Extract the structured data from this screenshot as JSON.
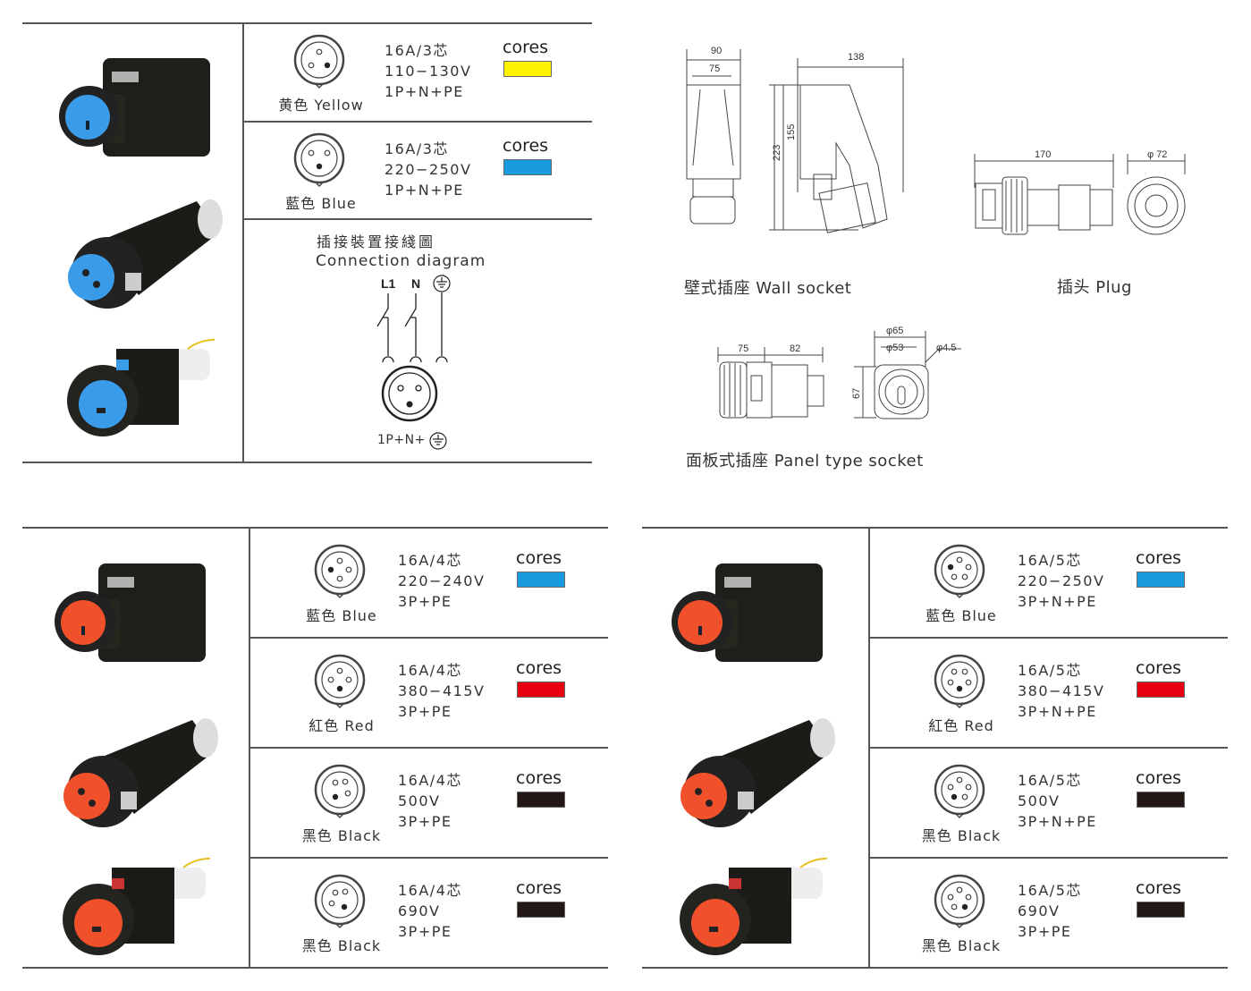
{
  "top_table": {
    "rows": [
      {
        "color_label": "黄色  Yellow",
        "rating": "16A/3芯",
        "voltage": "110−130V",
        "poles": "1P+N+PE",
        "cores_label": "cores",
        "swatch": "#FFF200",
        "pins": "3a"
      },
      {
        "color_label": "藍色  Blue",
        "rating": "16A/3芯",
        "voltage": "220−250V",
        "poles": "1P+N+PE",
        "cores_label": "cores",
        "swatch": "#1A9BE0",
        "pins": "3b"
      }
    ],
    "diagram": {
      "title_cn": "插接裝置接綫圖",
      "title_en": "Connection diagram",
      "terminals": [
        "L1",
        "N"
      ],
      "caption": "1P+N+"
    }
  },
  "drawings": {
    "wall_socket": {
      "caption": "壁式插座 Wall socket",
      "dims": [
        "90",
        "75",
        "138",
        "223",
        "155"
      ]
    },
    "plug": {
      "caption": "插头  Plug",
      "dims": [
        "170",
        "φ 72"
      ]
    },
    "panel_socket": {
      "caption": "面板式插座  Panel type socket",
      "dims": [
        "75",
        "82",
        "φ65",
        "φ53",
        "φ4.5",
        "67"
      ]
    }
  },
  "bottom_left_table": {
    "rows": [
      {
        "color_label": "藍色  Blue",
        "rating": "16A/4芯",
        "voltage": "220−240V",
        "poles": "3P+PE",
        "cores_label": "cores",
        "swatch": "#1A9BE0",
        "pins": "4a"
      },
      {
        "color_label": "紅色  Red",
        "rating": "16A/4芯",
        "voltage": "380−415V",
        "poles": "3P+PE",
        "cores_label": "cores",
        "swatch": "#E60012",
        "pins": "4b"
      },
      {
        "color_label": "黑色  Black",
        "rating": "16A/4芯",
        "voltage": "500V",
        "poles": "3P+PE",
        "cores_label": "cores",
        "swatch": "#231815",
        "pins": "4c"
      },
      {
        "color_label": "黑色  Black",
        "rating": "16A/4芯",
        "voltage": "690V",
        "poles": "3P+PE",
        "cores_label": "cores",
        "swatch": "#231815",
        "pins": "4d"
      }
    ]
  },
  "bottom_right_table": {
    "rows": [
      {
        "color_label": "藍色  Blue",
        "rating": "16A/5芯",
        "voltage": "220−250V",
        "poles": "3P+N+PE",
        "cores_label": "cores",
        "swatch": "#1A9BE0",
        "pins": "5a"
      },
      {
        "color_label": "紅色  Red",
        "rating": "16A/5芯",
        "voltage": "380−415V",
        "poles": "3P+N+PE",
        "cores_label": "cores",
        "swatch": "#E60012",
        "pins": "5b"
      },
      {
        "color_label": "黑色  Black",
        "rating": "16A/5芯",
        "voltage": "500V",
        "poles": "3P+N+PE",
        "cores_label": "cores",
        "swatch": "#231815",
        "pins": "5c"
      },
      {
        "color_label": "黑色  Black",
        "rating": "16A/5芯",
        "voltage": "690V",
        "poles": "3P+PE",
        "cores_label": "cores",
        "swatch": "#231815",
        "pins": "5d"
      }
    ]
  },
  "photos": {
    "top_accent": "#3A9BE8",
    "bottom_accent": "#F0502A"
  }
}
